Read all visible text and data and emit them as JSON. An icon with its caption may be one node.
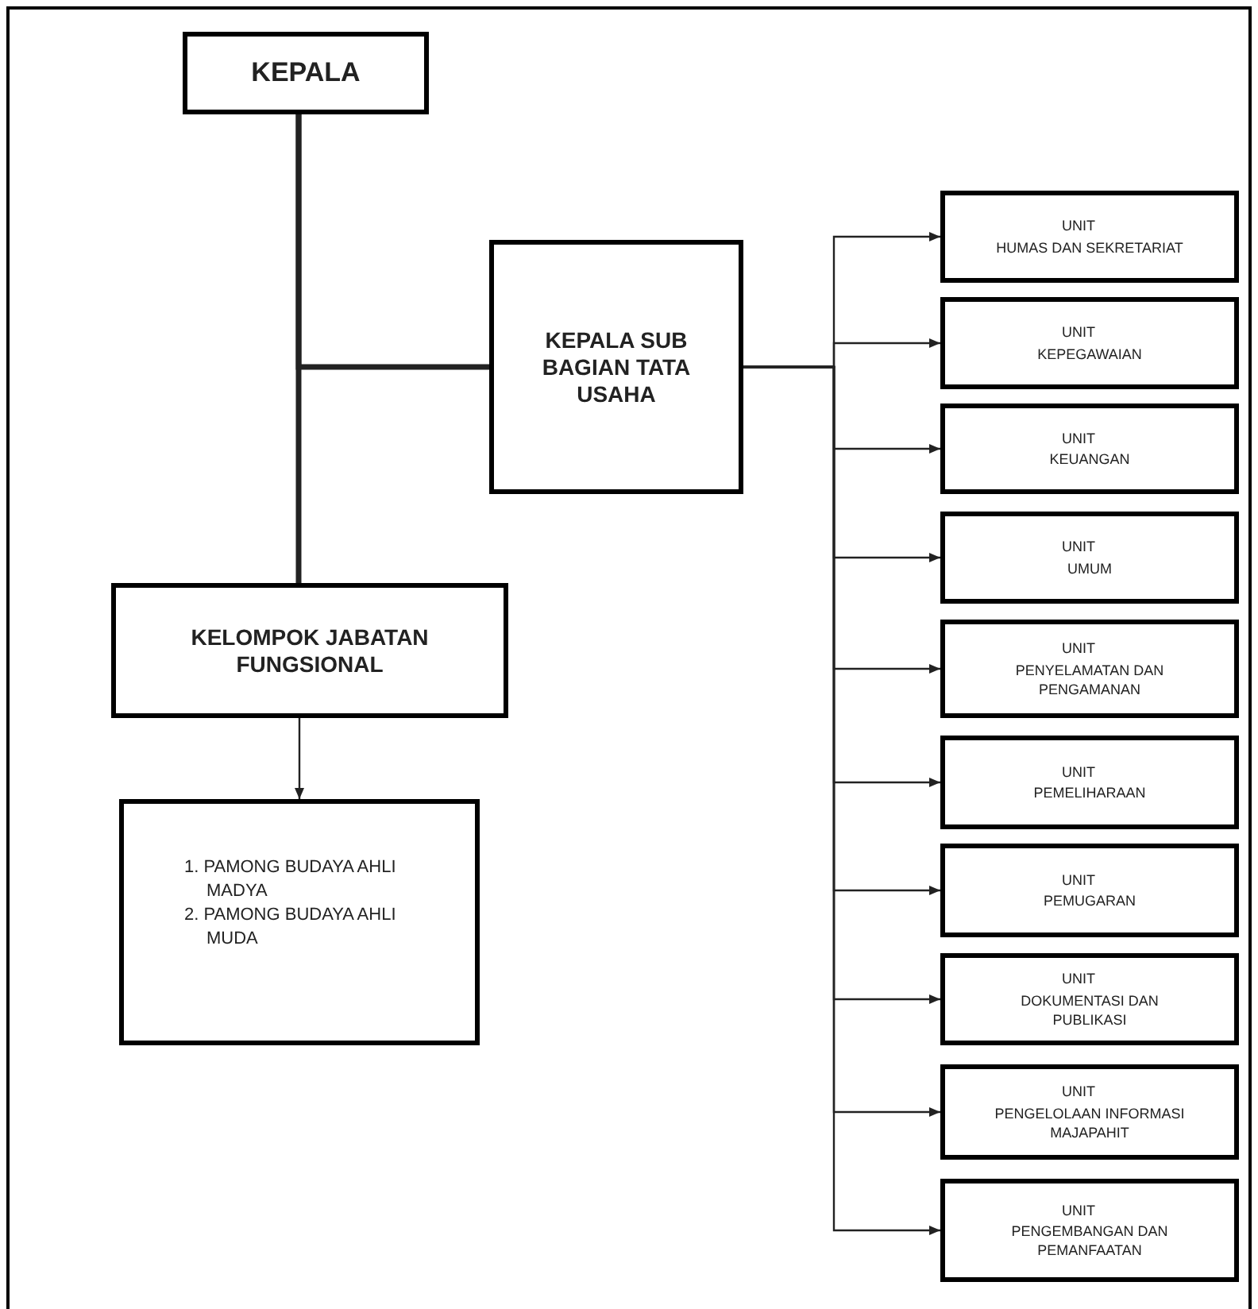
{
  "diagram": {
    "nodes": [
      {
        "text": [
          "KEPALA"
        ]
      },
      {
        "text": [
          "KEPALA SUB BAGIAN TATA USAHA"
        ]
      },
      {
        "text": [
          "KELOMPOK JABATAN FUNGSIONAL"
        ]
      },
      {
        "text": [
          "1. PAMONG BUDAYA AHLI MADYA",
          "2. PAMONG BUDAYA AHLI MUDA"
        ]
      },
      {
        "text": [
          "UNIT",
          "HUMAS DAN SEKRETARIAT"
        ]
      },
      {
        "text": [
          "UNIT",
          "KEPEGAWAIAN"
        ]
      },
      {
        "text": [
          "UNIT",
          "KEUANGAN"
        ]
      },
      {
        "text": [
          "UNIT",
          "UMUM"
        ]
      },
      {
        "text": [
          "UNIT",
          "PENYELAMATAN DAN PENGAMANAN"
        ]
      },
      {
        "text": [
          "UNIT",
          "PEMELIHARAAN"
        ]
      },
      {
        "text": [
          "UNIT",
          "PEMUGARAN"
        ]
      },
      {
        "text": [
          "UNIT",
          "DOKUMENTASI DAN PUBLIKASI"
        ]
      },
      {
        "text": [
          "UNIT",
          "PENGELOLAAN INFORMASI MAJAPAHIT"
        ]
      },
      {
        "text": [
          "UNIT",
          "PENGEMBANGAN DAN PEMANFAATAN"
        ]
      }
    ],
    "edges": [
      {
        "from": 0,
        "to": 2,
        "arrow": "none",
        "style": "thick"
      },
      {
        "from": 0,
        "to": 1,
        "arrow": "none",
        "style": "thick"
      },
      {
        "from": 2,
        "to": 3,
        "arrow": "to"
      },
      {
        "from": 1,
        "to": 4,
        "arrow": "to"
      },
      {
        "from": 1,
        "to": 5,
        "arrow": "to"
      },
      {
        "from": 1,
        "to": 6,
        "arrow": "to"
      },
      {
        "from": 1,
        "to": 7,
        "arrow": "to"
      },
      {
        "from": 1,
        "to": 8,
        "arrow": "to"
      },
      {
        "from": 1,
        "to": 9,
        "arrow": "to"
      },
      {
        "from": 1,
        "to": 10,
        "arrow": "to"
      },
      {
        "from": 1,
        "to": 11,
        "arrow": "to"
      },
      {
        "from": 1,
        "to": 12,
        "arrow": "to"
      },
      {
        "from": 1,
        "to": 13,
        "arrow": "to"
      }
    ]
  }
}
